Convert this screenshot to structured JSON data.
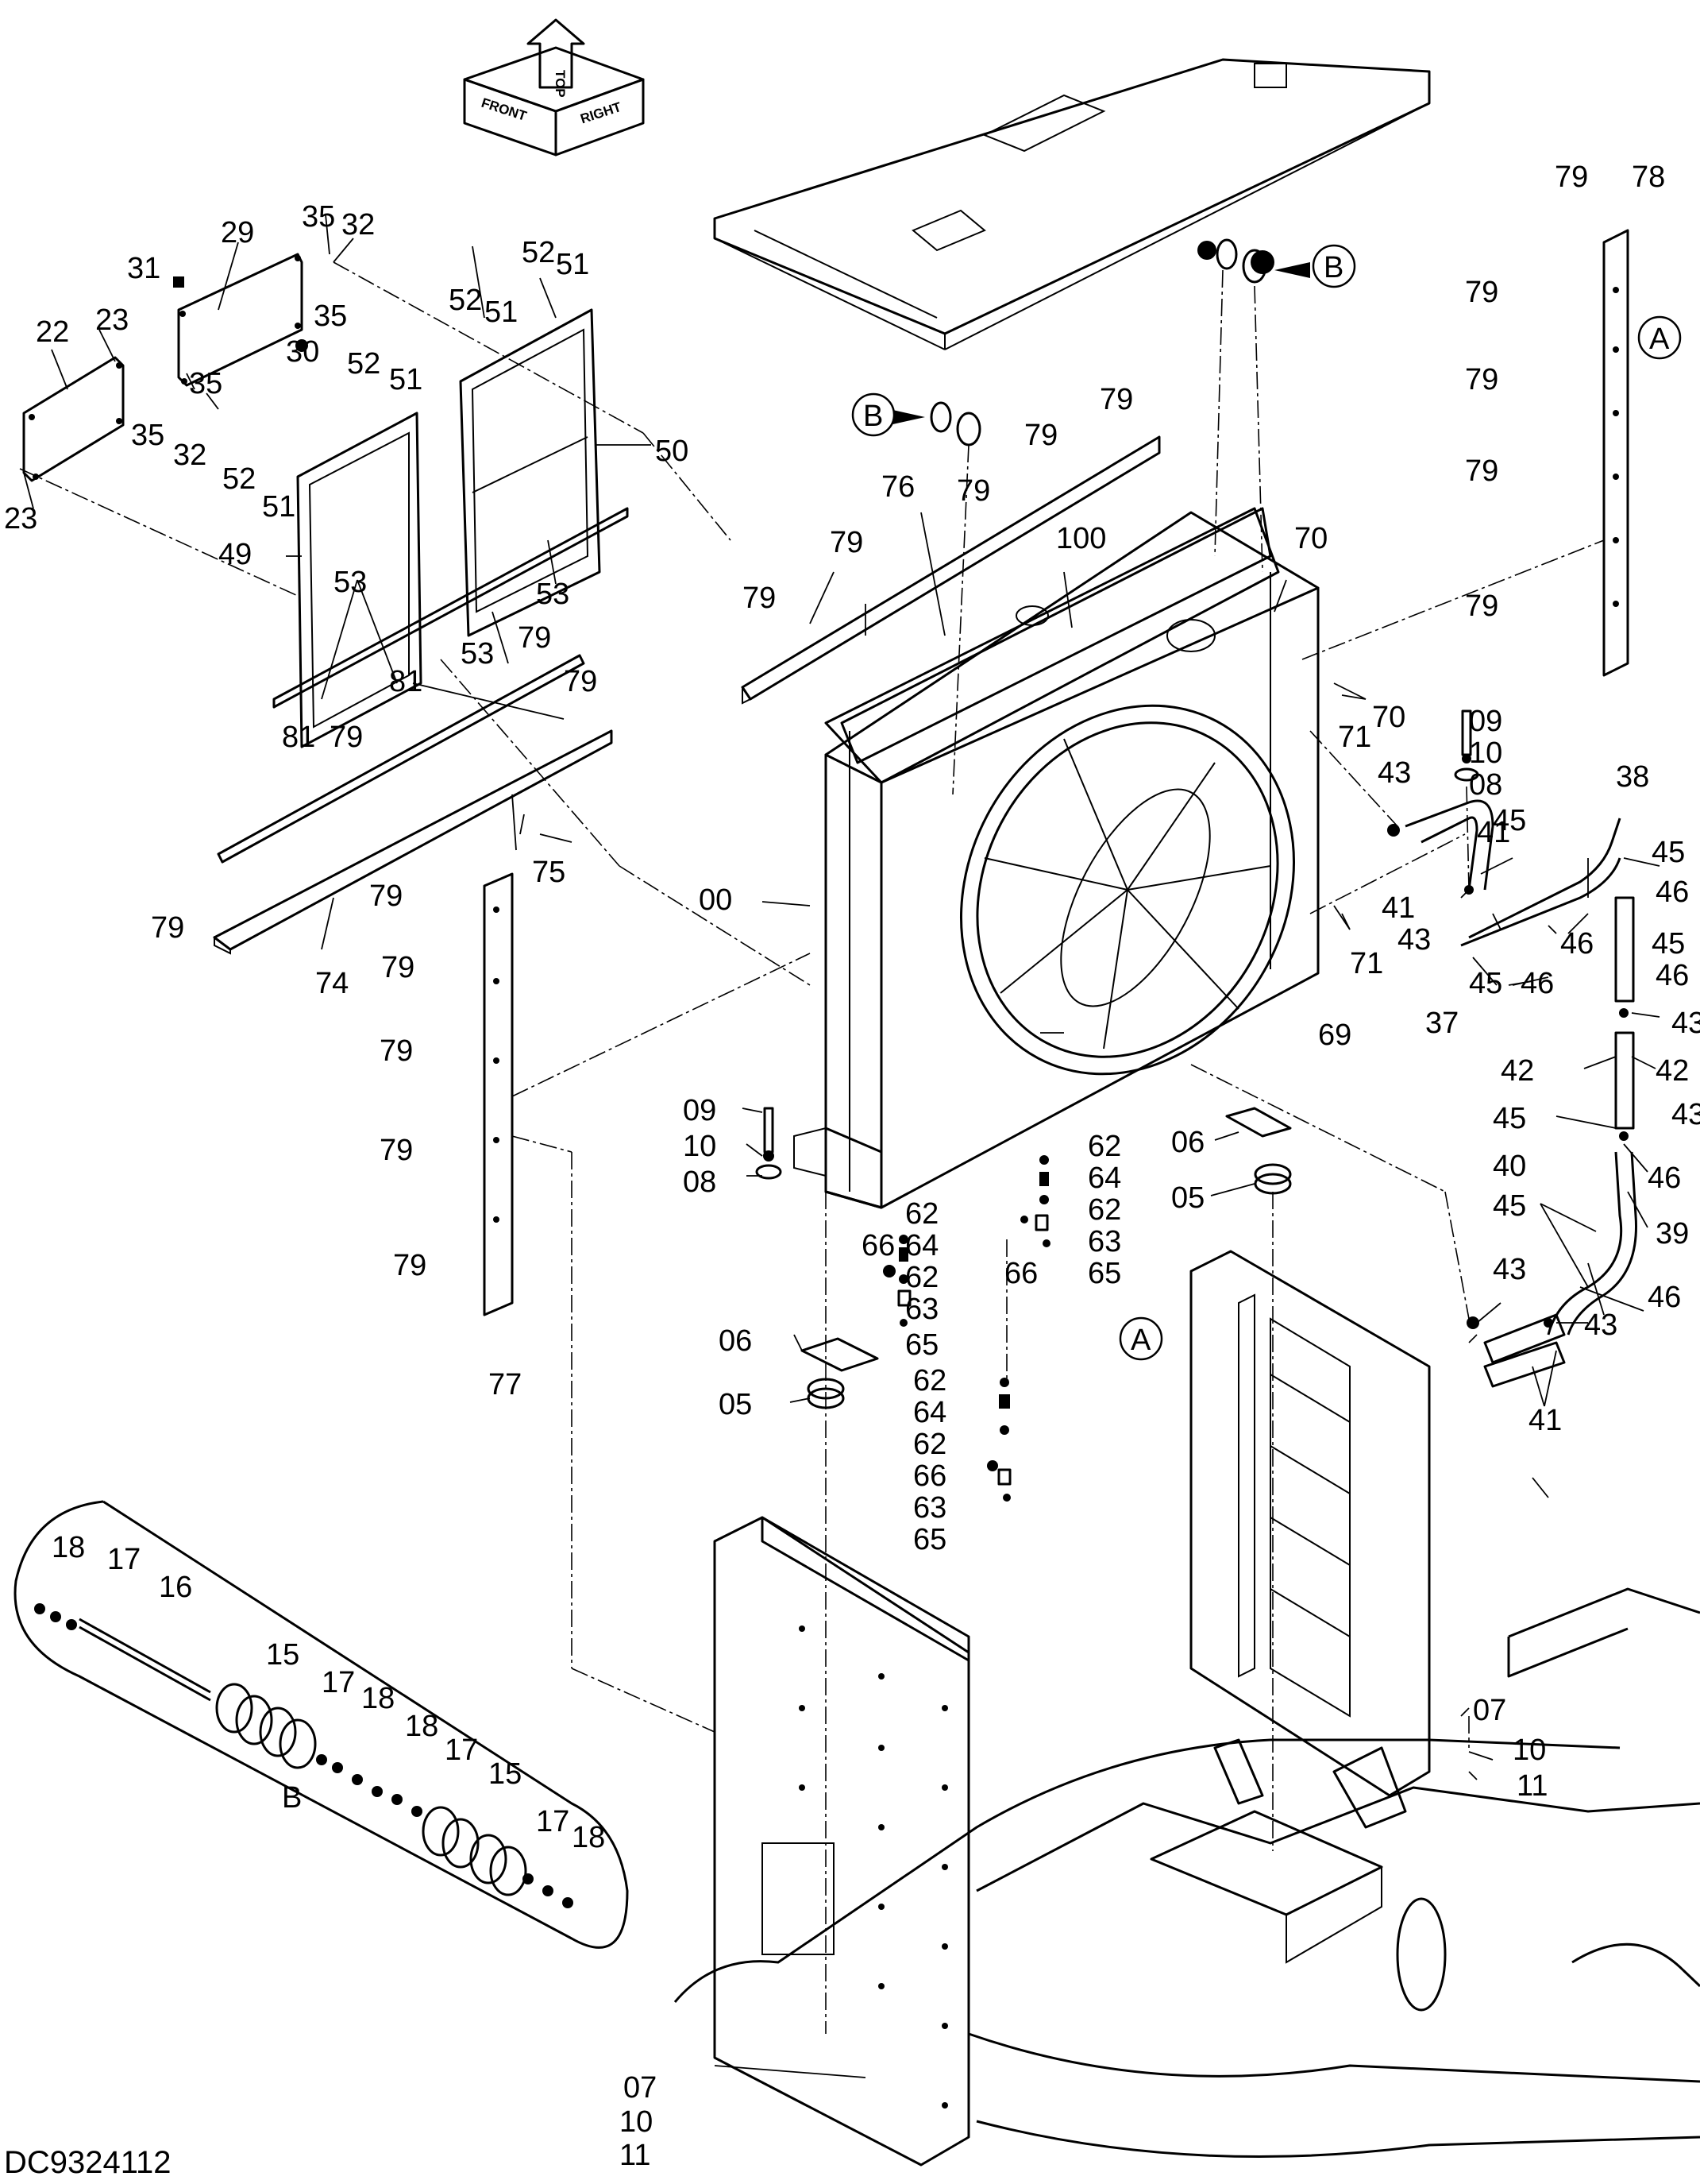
{
  "drawing_number": "DC9324112",
  "orientation": {
    "front": "FRONT",
    "top": "TOP",
    "right": "RIGHT"
  },
  "detail_view_label": "B",
  "reference_markers": [
    "A",
    "B"
  ],
  "part_numbers": [
    "00",
    "05",
    "06",
    "07",
    "08",
    "09",
    "10",
    "11",
    "15",
    "16",
    "17",
    "18",
    "22",
    "23",
    "29",
    "30",
    "31",
    "32",
    "35",
    "37",
    "38",
    "39",
    "40",
    "41",
    "42",
    "43",
    "45",
    "46",
    "49",
    "50",
    "51",
    "52",
    "53",
    "62",
    "63",
    "64",
    "65",
    "66",
    "69",
    "70",
    "71",
    "74",
    "75",
    "76",
    "77",
    "78",
    "79",
    "81",
    "100"
  ]
}
